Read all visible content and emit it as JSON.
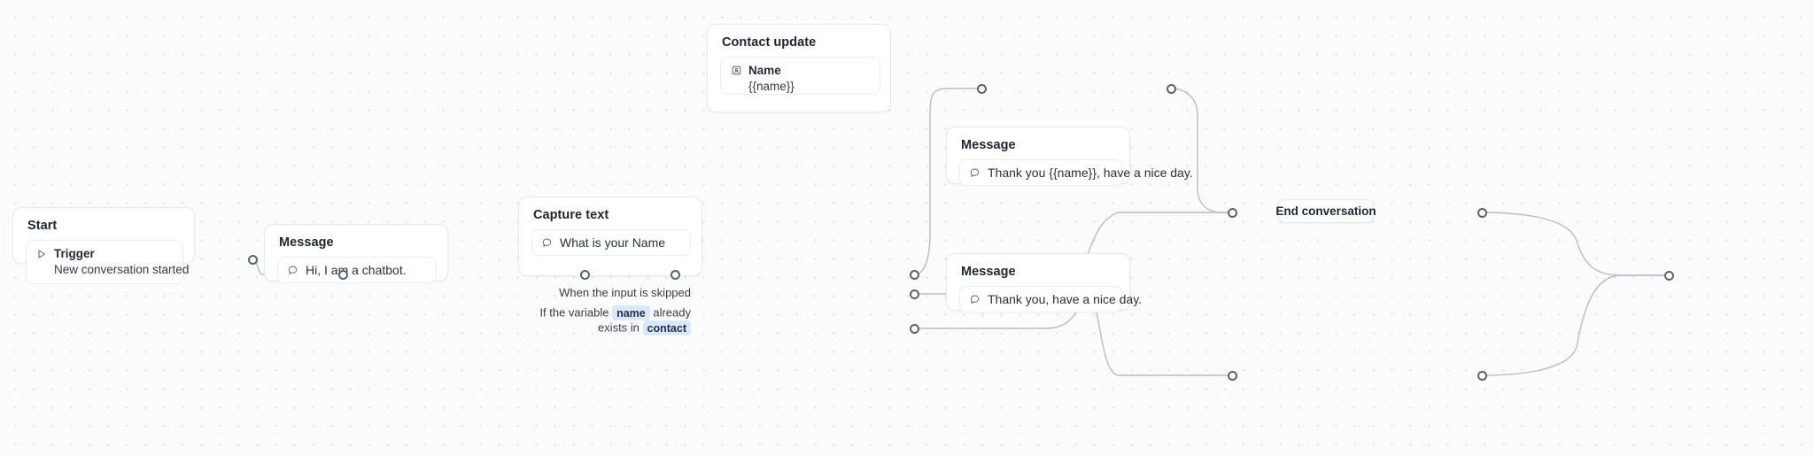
{
  "canvas": {
    "background_color": "#fbfbfb",
    "dot_color": "#dfdfe2",
    "edge_color": "#b9bcc4",
    "port_color": "#5b6173",
    "chip_bg": "#d9e8fd"
  },
  "nodes": {
    "start": {
      "title": "Start",
      "trigger_label": "Trigger",
      "trigger_sub": "New conversation started",
      "icon": "play-triangle-icon"
    },
    "message_1": {
      "title": "Message",
      "text": "Hi, I am a chatbot.",
      "icon": "speech-bubble-icon"
    },
    "capture_text": {
      "title": "Capture text",
      "prompt": "What is your Name",
      "icon": "speech-bubble-icon",
      "skipped_label": "When the input is skipped",
      "exists_prefix": "If the variable",
      "exists_variable": "name",
      "exists_middle": "already exists in",
      "exists_target": "contact"
    },
    "contact_update": {
      "title": "Contact update",
      "field_label": "Name",
      "field_value": "{{name}}",
      "icon": "contact-card-icon"
    },
    "message_2": {
      "title": "Message",
      "text": "Thank you {{name}}, have a nice day.",
      "icon": "speech-bubble-icon"
    },
    "message_3": {
      "title": "Message",
      "text": "Thank you, have a nice day.",
      "icon": "speech-bubble-icon"
    },
    "end_conversation": {
      "title": "End conversation"
    }
  }
}
